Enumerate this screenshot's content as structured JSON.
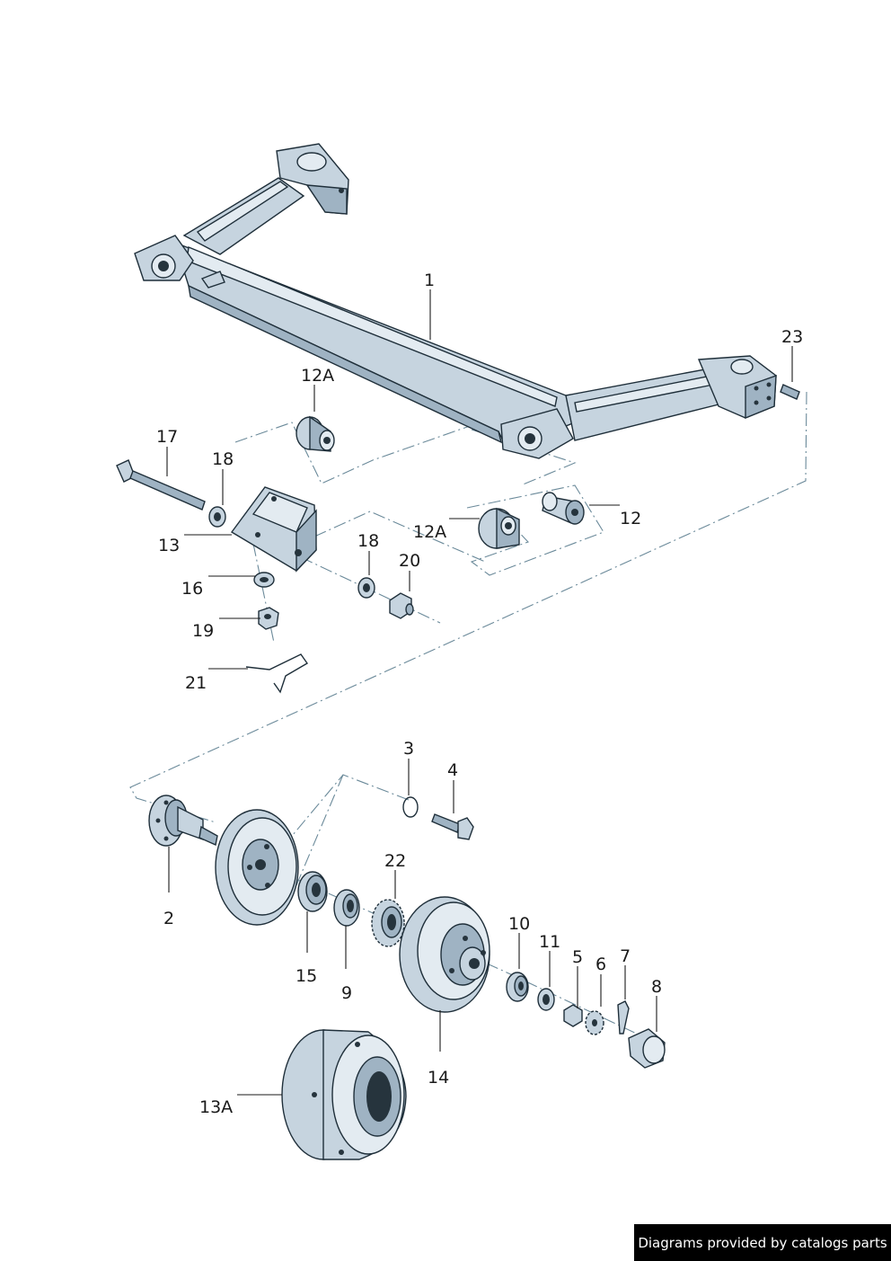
{
  "callouts": {
    "c1": "1",
    "c2": "2",
    "c3": "3",
    "c4": "4",
    "c5": "5",
    "c6": "6",
    "c7": "7",
    "c8": "8",
    "c9": "9",
    "c10": "10",
    "c11": "11",
    "c12": "12",
    "c12a_top": "12A",
    "c12a_right": "12A",
    "c13": "13",
    "c13a": "13A",
    "c14": "14",
    "c15": "15",
    "c16": "16",
    "c17": "17",
    "c18_left": "18",
    "c18_right": "18",
    "c19": "19",
    "c20": "20",
    "c21": "21",
    "c22": "22",
    "c23": "23"
  },
  "credit": "Diagrams provided by catalogs parts",
  "colors": {
    "metal": "#c6d4df",
    "outline": "#1f2f3a",
    "centerline": "#6b8a9a"
  }
}
